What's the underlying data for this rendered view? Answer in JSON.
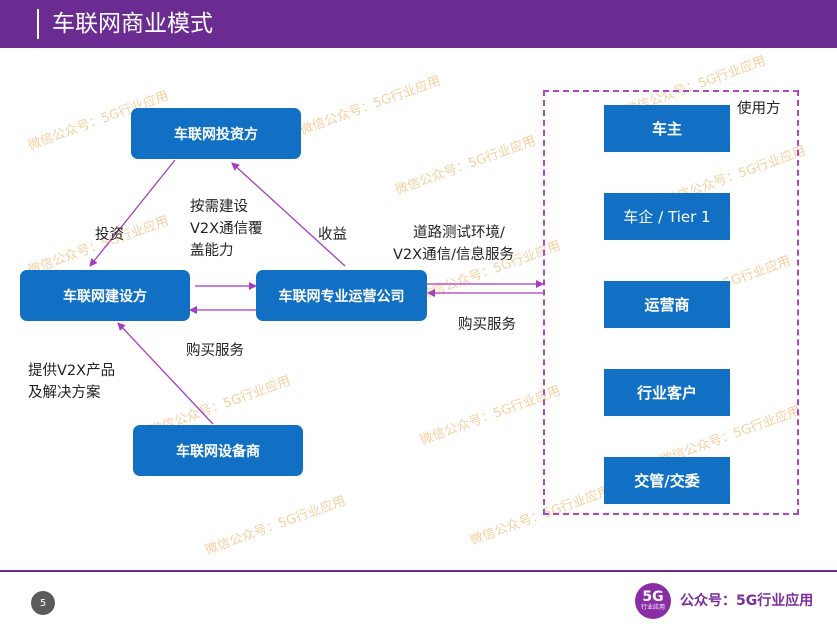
{
  "header": {
    "title": "车联网商业模式"
  },
  "nodes": {
    "investor": "车联网投资方",
    "builder": "车联网建设方",
    "operator": "车联网专业运营公司",
    "vendor": "车联网设备商"
  },
  "labels": {
    "invest": "投资",
    "build_line1": "按需建设",
    "build_line2": "V2X通信覆",
    "build_line3": "盖能力",
    "revenue": "收益",
    "buy_service_left": "购买服务",
    "provide_line1": "提供V2X产品",
    "provide_line2": "及解决方案",
    "service_line1": "道路测试环境/",
    "service_line2": "V2X通信/信息服务",
    "buy_service_right": "购买服务"
  },
  "users": {
    "title": "使用方",
    "items": [
      "车主",
      "车企 / Tier 1",
      "运营商",
      "行业客户",
      "交管/交委"
    ]
  },
  "watermark": "微信公众号：5G行业应用",
  "footer": {
    "page_number": "5",
    "logo_big": "5G",
    "logo_small": "行业应用",
    "text": "公众号：5G行业应用"
  },
  "colors": {
    "header": "#6a2c91",
    "node": "#1170c3",
    "arrow": "#a43cc0",
    "dashed_border": "#b146c4"
  }
}
